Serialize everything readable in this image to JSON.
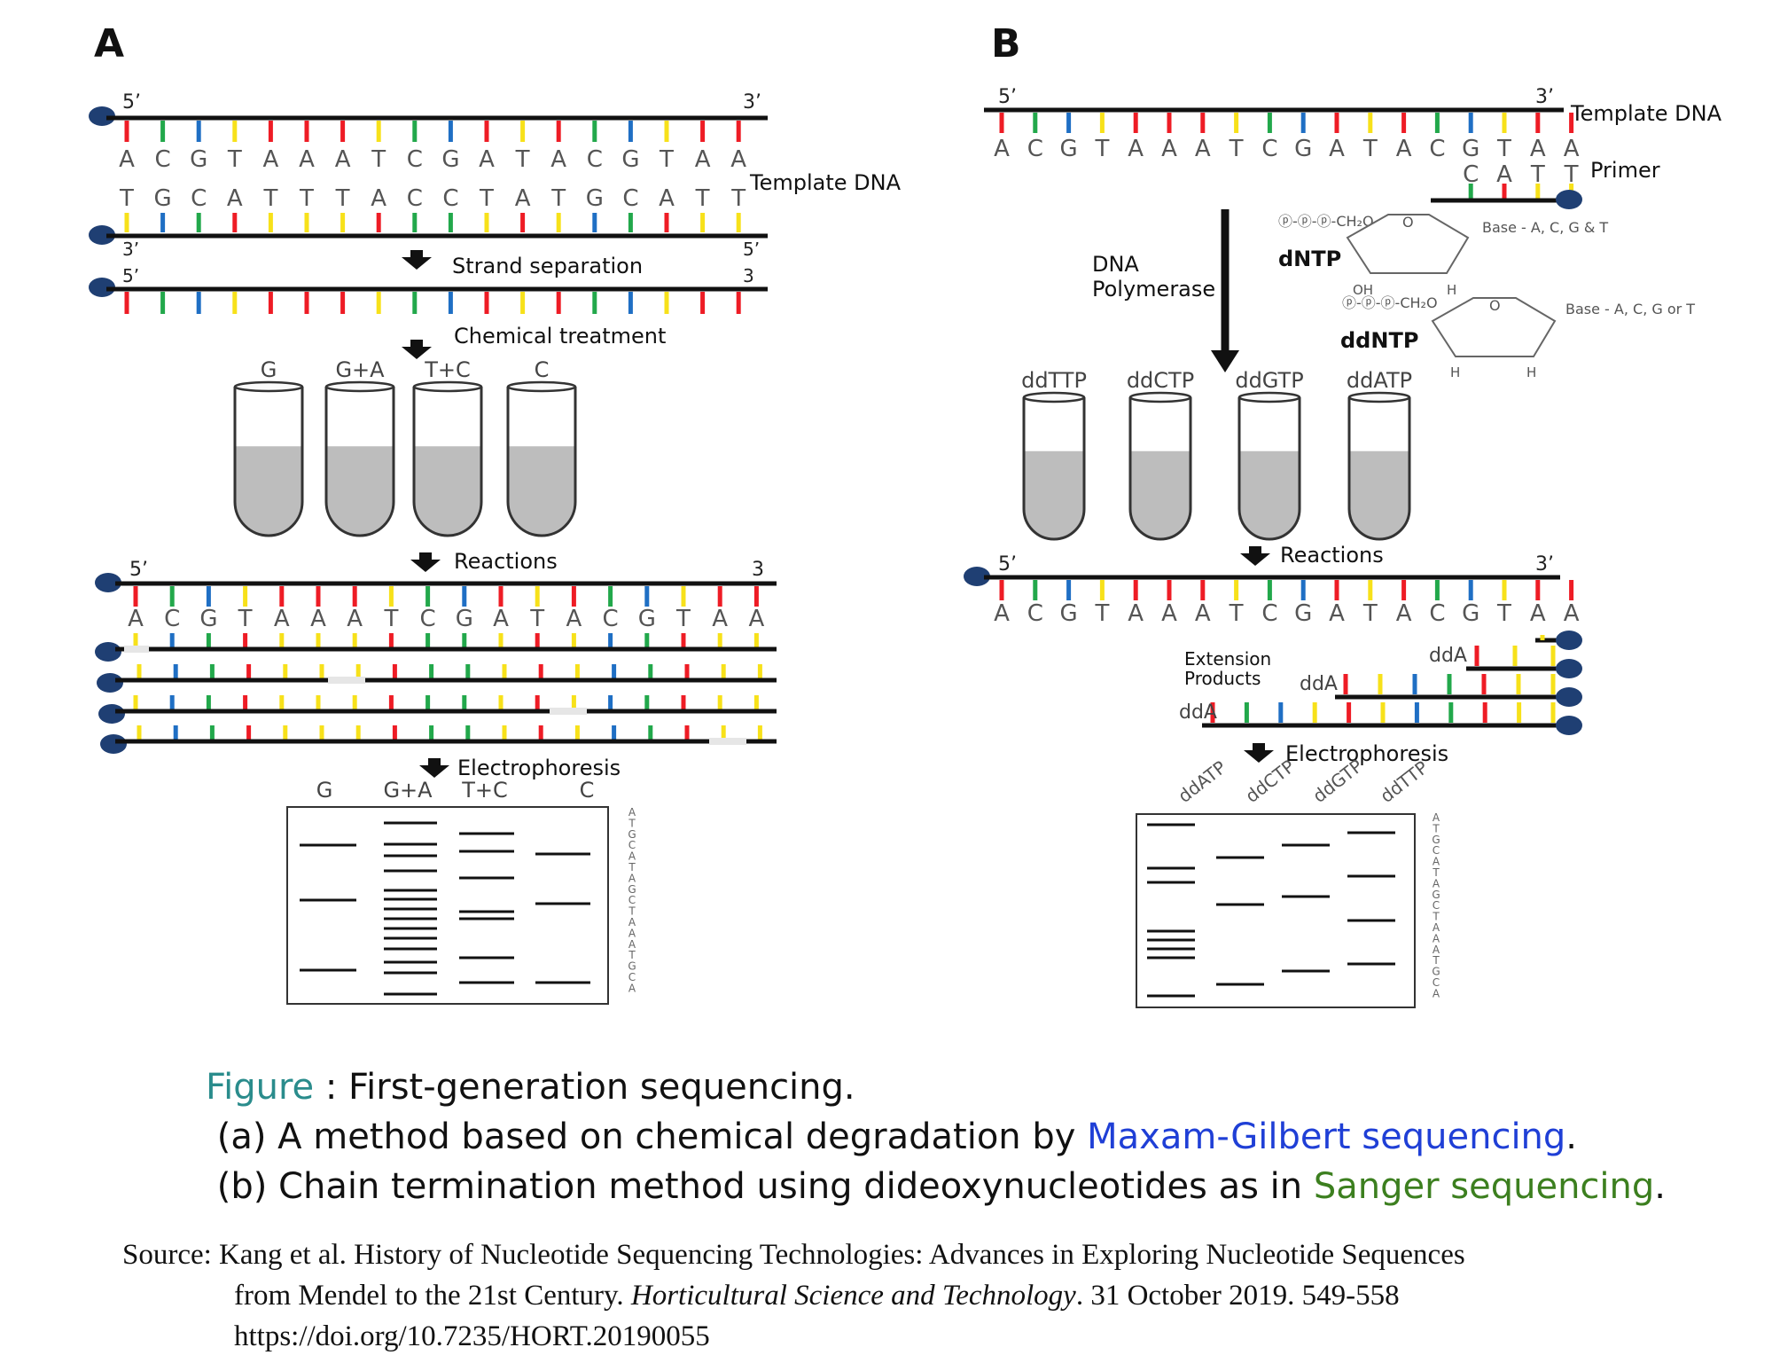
{
  "panel_a": {
    "letter": "A",
    "five_prime": "5’",
    "three_prime": "3’",
    "five_prime_plain": "5’",
    "three_prime_plain": "3",
    "top_bases": [
      "A",
      "C",
      "G",
      "T",
      "A",
      "A",
      "A",
      "T",
      "C",
      "G",
      "A",
      "T",
      "A",
      "C",
      "G",
      "T",
      "A",
      "A"
    ],
    "bottom_bases": [
      "T",
      "G",
      "C",
      "A",
      "T",
      "T",
      "T",
      "A",
      "C",
      "C",
      "T",
      "A",
      "T",
      "G",
      "C",
      "A",
      "T",
      "T"
    ],
    "template_label": "Template DNA",
    "step_strand_separation": "Strand separation",
    "step_chemical": "Chemical treatment",
    "step_reactions": "Reactions",
    "step_electrophoresis": "Electrophoresis",
    "tubes": [
      "G",
      "G+A",
      "T+C",
      "C"
    ],
    "gel_lanes": [
      "G",
      "G+A",
      "T+C",
      "C"
    ],
    "gel_sequence": "ATGCATAGCTAAATGCA"
  },
  "panel_b": {
    "letter": "B",
    "five_prime": "5’",
    "three_prime": "3’",
    "template_bases": [
      "A",
      "C",
      "G",
      "T",
      "A",
      "A",
      "A",
      "T",
      "C",
      "G",
      "A",
      "T",
      "A",
      "C",
      "G",
      "T",
      "A",
      "A"
    ],
    "primer_bases": [
      "C",
      "A",
      "T",
      "T"
    ],
    "template_label": "Template DNA",
    "primer_label": "Primer",
    "polymerase_line1": "DNA",
    "polymerase_line2": "Polymerase",
    "dntp_label": "dNTP",
    "dntp_phosphates": "ⓟ-ⓟ-ⓟ-CH₂O",
    "dntp_o": "O",
    "dntp_base": "Base - A, C, G & T",
    "dntp_oh": "OH",
    "dntp_h": "H",
    "ddntp_label": "ddNTP",
    "ddntp_phosphates": "ⓟ-ⓟ-ⓟ-CH₂O",
    "ddntp_o": "O",
    "ddntp_base": "Base - A, C, G or T",
    "ddntp_h1": "H",
    "ddntp_h2": "H",
    "tubes": [
      "ddTTP",
      "ddCTP",
      "ddGTP",
      "ddATP"
    ],
    "step_reactions": "Reactions",
    "extension_label_1": "Extension",
    "extension_label_2": "Products",
    "dda_label": "ddA",
    "step_electrophoresis": "Electrophoresis",
    "gel_lanes": [
      "ddATP",
      "ddCTP",
      "ddGTP",
      "ddTTP"
    ],
    "gel_sequence": "ATGCATAGCTAAATGCA"
  },
  "colors": {
    "A": "#ee1c25",
    "C": "#22a84b",
    "G": "#1f6fc4",
    "T": "#f7e11a",
    "strand": "#111111",
    "bead": "#1f3f73",
    "tube": "#bdbdbd"
  },
  "caption": {
    "figure_word": "Figure",
    "separator": " : ",
    "title": "First-generation sequencing.",
    "a_prefix": "(a) A method based on chemical degradation by ",
    "a_link": "Maxam-Gilbert sequencing",
    "a_suffix": ".",
    "b_prefix": "(b) Chain termination method using dideoxynucleotides as in ",
    "b_link": "Sanger sequencing",
    "b_suffix": "."
  },
  "source": {
    "prefix": "Source: Kang et al. History of Nucleotide Sequencing Technologies: Advances in Exploring Nucleotide Sequences",
    "line2_prefix": "from Mendel to the 21st Century. ",
    "journal": "Horticultural Science and Technology",
    "line2_suffix": ". 31 October 2019. 549-558",
    "doi": "https://doi.org/10.7235/HORT.20190055"
  }
}
